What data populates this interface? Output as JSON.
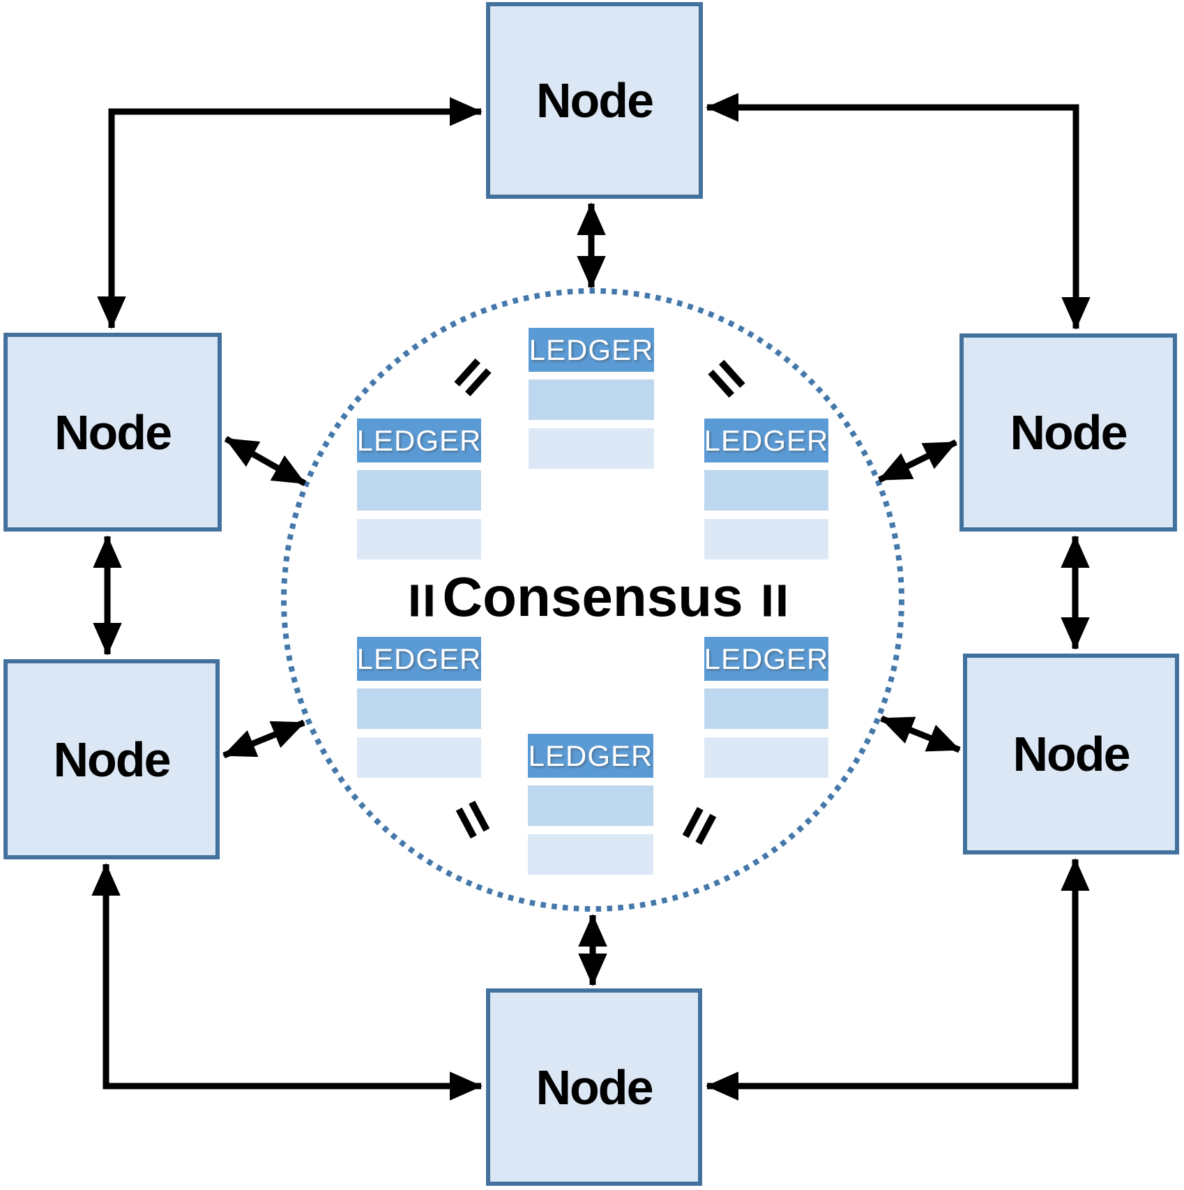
{
  "diagram": {
    "consensus_label": "Consensus",
    "nodes": [
      {
        "id": "top",
        "label": "Node"
      },
      {
        "id": "upper-left",
        "label": "Node"
      },
      {
        "id": "upper-right",
        "label": "Node"
      },
      {
        "id": "lower-left",
        "label": "Node"
      },
      {
        "id": "lower-right",
        "label": "Node"
      },
      {
        "id": "bottom",
        "label": "Node"
      }
    ],
    "ledgers": [
      {
        "id": "top",
        "label": "LEDGER"
      },
      {
        "id": "upper-left",
        "label": "LEDGER"
      },
      {
        "id": "upper-right",
        "label": "LEDGER"
      },
      {
        "id": "lower-left",
        "label": "LEDGER"
      },
      {
        "id": "lower-right",
        "label": "LEDGER"
      },
      {
        "id": "bottom",
        "label": "LEDGER"
      }
    ],
    "colors": {
      "node_fill": "#dbe7f4",
      "node_border": "#41719c",
      "ledger_header": "#5b9bd5",
      "ledger_row_medium": "#bdd7ee",
      "ledger_row_light": "#dce8f5",
      "consensus_circle_dots": "#4478aa",
      "arrow": "#000000",
      "text": "#000000",
      "ledger_text": "#ffffff"
    }
  }
}
